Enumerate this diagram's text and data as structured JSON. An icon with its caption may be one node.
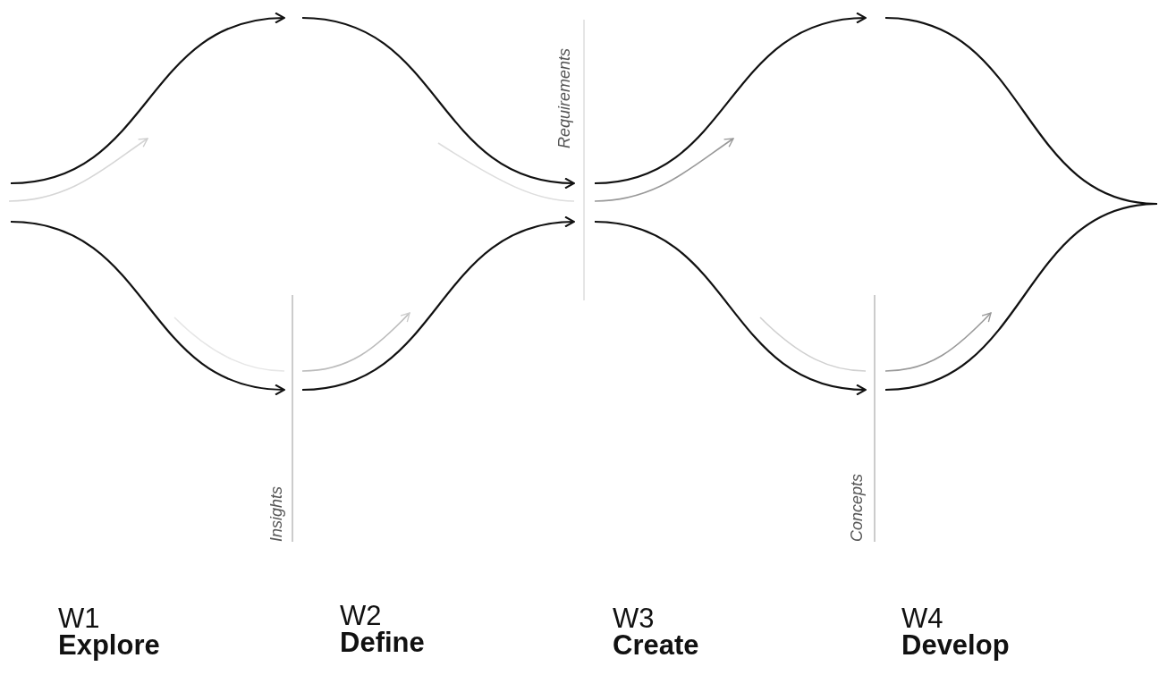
{
  "diagram": {
    "labels": [
      "Requirements",
      "Insights",
      "Concepts",
      "W1",
      "Explore",
      "W2",
      "Define",
      "W3",
      "Create",
      "W4",
      "Develop"
    ]
  }
}
